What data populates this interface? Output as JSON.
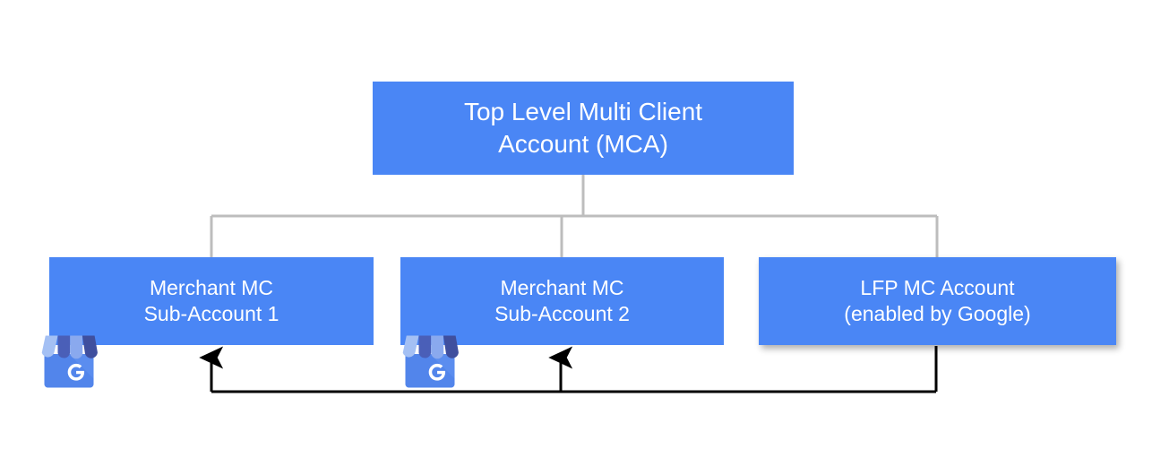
{
  "diagram": {
    "title_top": "Top Level Multi Client\nAccount (MCA)",
    "nodes": {
      "top": {
        "label": "Top Level Multi Client\nAccount (MCA)",
        "color": "#4a86f5",
        "text_color": "#ffffff"
      },
      "sub1": {
        "label": "Merchant MC\nSub-Account 1",
        "color": "#4a86f5",
        "text_color": "#ffffff",
        "icon": "google-my-business-icon"
      },
      "sub2": {
        "label": "Merchant MC\nSub-Account 2",
        "color": "#4a86f5",
        "text_color": "#ffffff",
        "icon": "google-my-business-icon"
      },
      "lfp": {
        "label": "LFP MC Account\n(enabled by Google)",
        "color": "#4a86f5",
        "text_color": "#ffffff",
        "shadow": true
      }
    },
    "connectors": {
      "tree_color": "#bdbdbd",
      "flow_color": "#000000",
      "tree_description": "Top Level MCA branches down to three child accounts",
      "flow_description": "LFP MC Account feeds back up into Merchant MC Sub-Account 1 and Sub-Account 2"
    }
  }
}
